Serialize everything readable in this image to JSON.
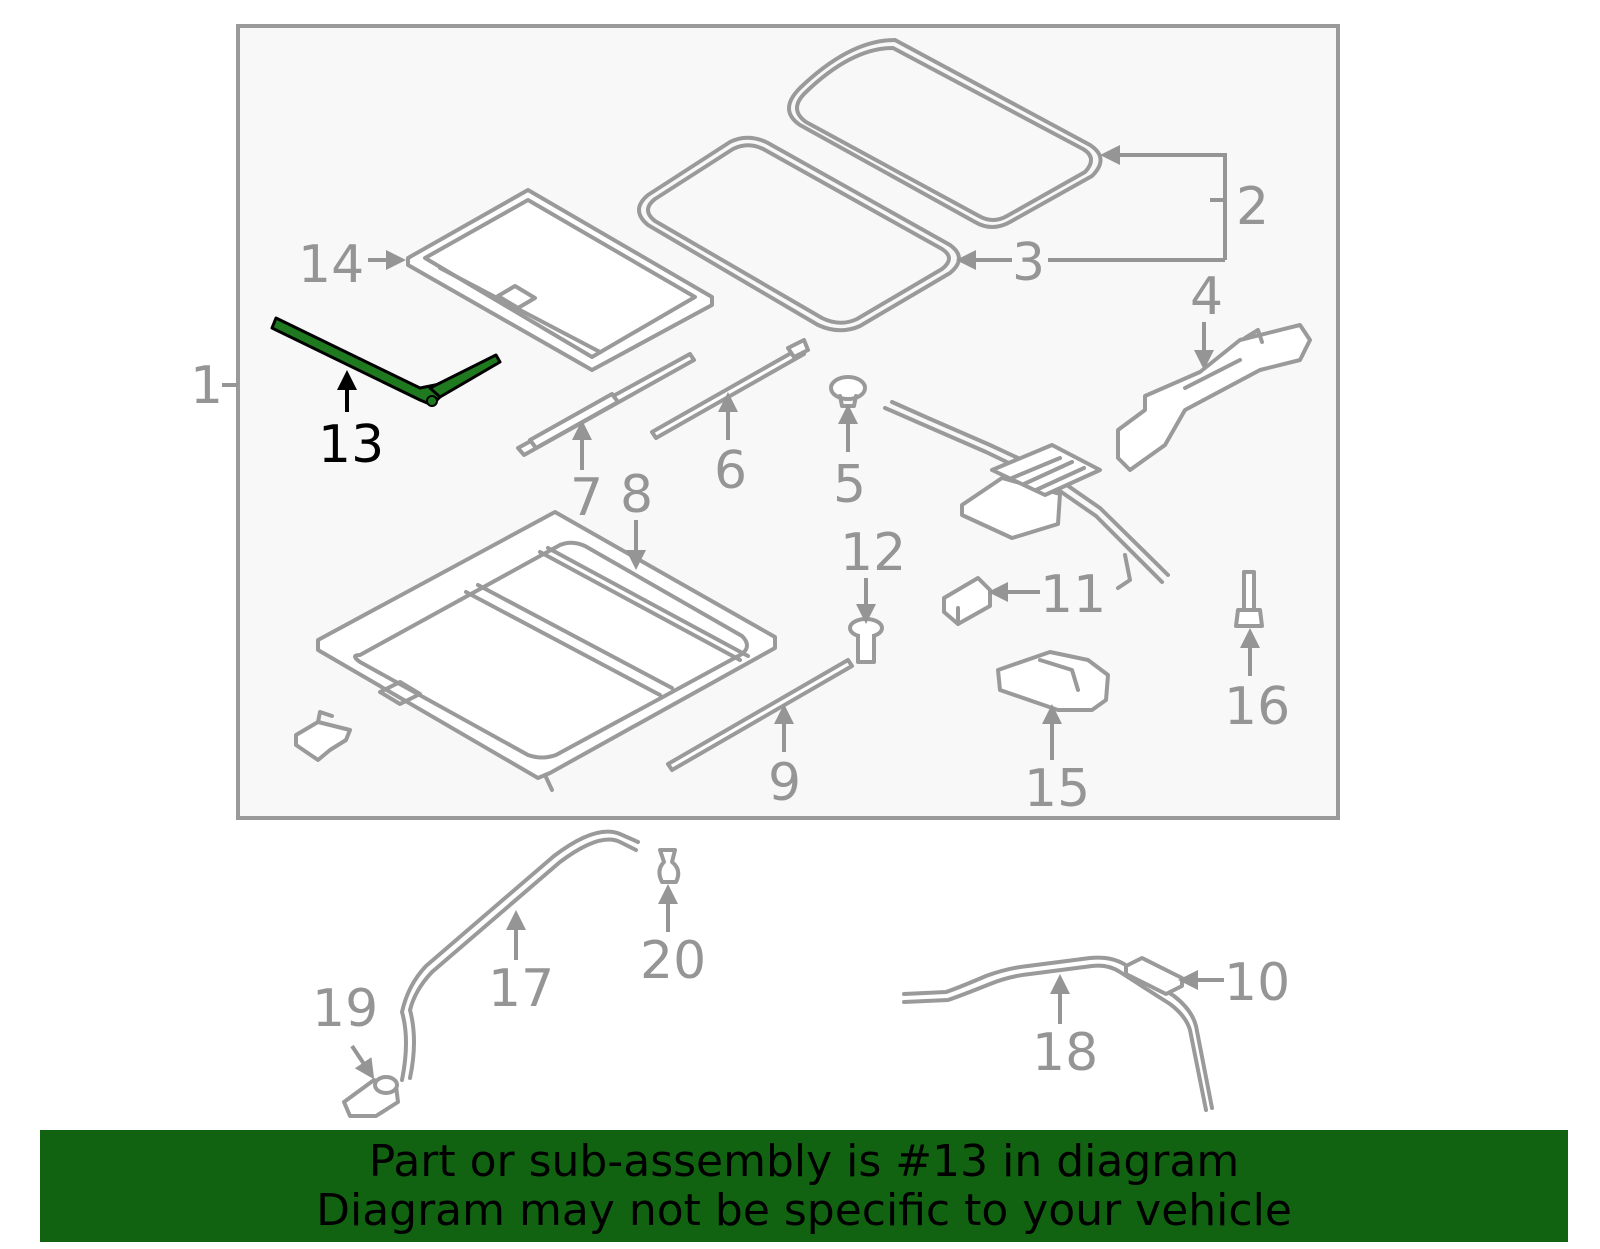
{
  "colors": {
    "highlight_part": "#1f7a1f",
    "banner_background": "#116311",
    "label_gray": "#959595",
    "label_highlight": "#000000",
    "frame_fill": "#f8f8f8"
  },
  "callouts": {
    "c1": "1",
    "c2": "2",
    "c3": "3",
    "c4": "4",
    "c5": "5",
    "c6": "6",
    "c7": "7",
    "c8": "8",
    "c9": "9",
    "c10": "10",
    "c11": "11",
    "c12": "12",
    "c13": "13",
    "c14": "14",
    "c15": "15",
    "c16": "16",
    "c17": "17",
    "c18": "18",
    "c19": "19",
    "c20": "20"
  },
  "highlighted_part": "13",
  "banner": {
    "line1": "Part or sub-assembly is #13 in diagram",
    "line2": "Diagram may not be specific to your vehicle"
  }
}
